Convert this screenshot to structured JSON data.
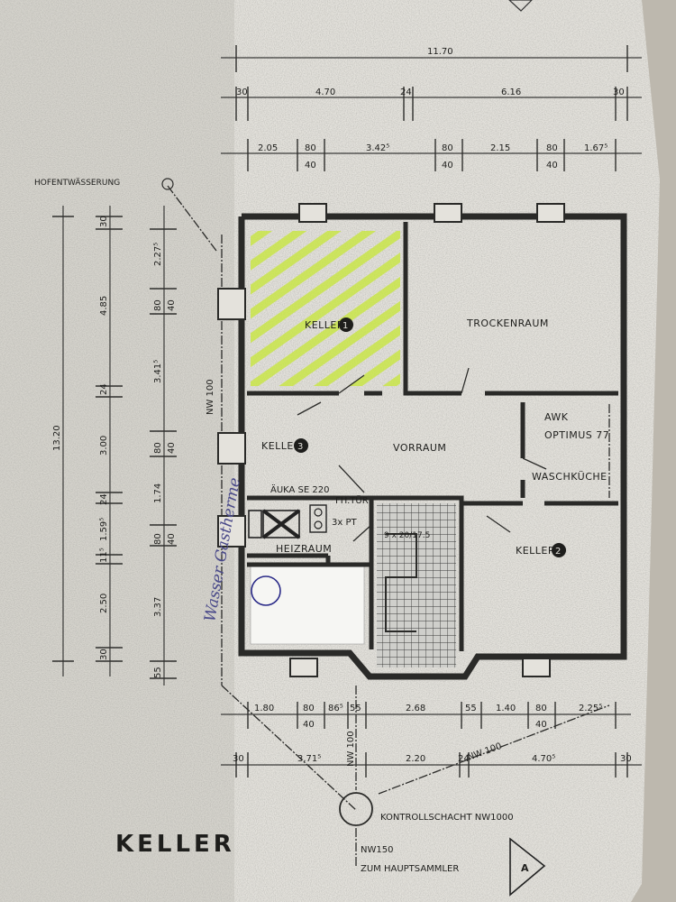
{
  "drawing_title": "KELLER",
  "labels": {
    "hofentwaesserung": "HOFENTWÄSSERUNG",
    "nw100_vertical": "NW 100",
    "nw100_bottom": "NW 100",
    "nw100_diag": "NW 100",
    "kontrollschacht": "KONTROLLSCHACHT  NW1000",
    "nw150": "NW150",
    "hauptsammler": "ZUM HAUPTSAMMLER",
    "section_mark": "A",
    "auka": "ÄUKA SE 220",
    "fhtuer": "FH.TÜR",
    "pt": "3x PT",
    "stairs": "9 x 20/17.5",
    "awk": "AWK",
    "optimus": "OPTIMUS 77",
    "handwriting": "Wasser Gastherme"
  },
  "rooms": {
    "keller1": "KELLER",
    "keller1_num": "1",
    "keller2": "KELLER",
    "keller2_num": "2",
    "keller3": "KELLER",
    "keller3_num": "3",
    "trockenraum": "TROCKENRAUM",
    "vorraum": "VORRAUM",
    "waschkueche": "WASCHKÜCHE",
    "heizraum": "HEIZRAUM"
  },
  "dims_top": {
    "total": "11.70",
    "row2": [
      "30",
      "4.70",
      "24",
      "6.16",
      "30"
    ],
    "row3_top": [
      "2.05",
      "80",
      "3.42⁵",
      "80",
      "2.15",
      "80",
      "1.67⁵"
    ],
    "row3_bottom": [
      "40",
      "40",
      "40"
    ]
  },
  "dims_left": {
    "total": "13.20",
    "outer": [
      "30",
      "4.85",
      "24",
      "3.00",
      "24",
      "1.59⁵",
      "11⁵",
      "2.50",
      "30"
    ],
    "inner": [
      "2.27⁵",
      "80",
      "40",
      "3.41⁵",
      "80",
      "40",
      "1.74",
      "80",
      "40",
      "3.37",
      "55"
    ]
  },
  "dims_bottom": {
    "row1": [
      "1.80",
      "80",
      "86⁵",
      "55",
      "2.68",
      "55",
      "1.40",
      "80",
      "2.25⁵"
    ],
    "row1_sub": [
      "40",
      "40"
    ],
    "row2": [
      "30",
      "3.71⁵",
      "2.20",
      "24",
      "4.70⁵",
      "30"
    ]
  }
}
